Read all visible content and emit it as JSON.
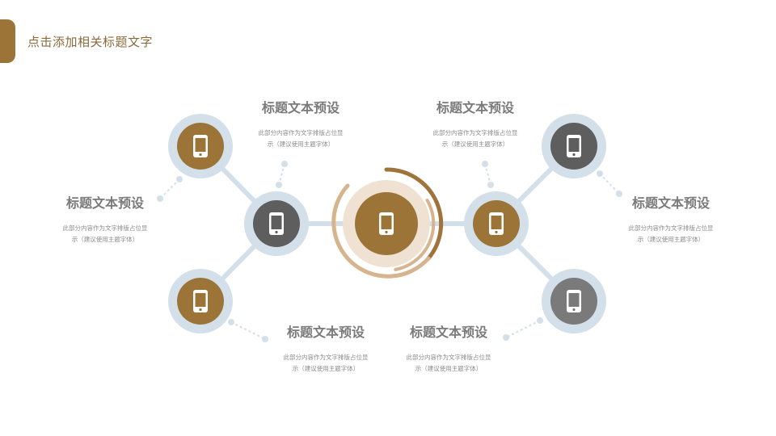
{
  "slide": {
    "title": "点击添加相关标题文字"
  },
  "colors": {
    "brown": "#9c7438",
    "dark_gray": "#5e5e5e",
    "mid_gray": "#7a7a7a",
    "ring": "#d3dfe9",
    "connector": "#d3dfe9",
    "center_ring_outer": "#d6b48e",
    "center_halo": "#f0e2d3",
    "center_arc": "#a0733a"
  },
  "icons": {
    "node_icon": "smartphone-icon"
  },
  "blocks": [
    {
      "heading": "标题文本预设",
      "line1": "此部分内容作为文字排版占位显",
      "line2": "示（建议使用主题字体）"
    },
    {
      "heading": "标题文本预设",
      "line1": "此部分内容作为文字排版占位显",
      "line2": "示（建议使用主题字体）"
    },
    {
      "heading": "标题文本预设",
      "line1": "此部分内容作为文字排版占位显",
      "line2": "示（建议使用主题字体）"
    },
    {
      "heading": "标题文本预设",
      "line1": "此部分内容作为文字排版占位显",
      "line2": "示（建议使用主题字体）"
    },
    {
      "heading": "标题文本预设",
      "line1": "此部分内容作为文字排版占位显",
      "line2": "示（建议使用主题字体）"
    },
    {
      "heading": "标题文本预设",
      "line1": "此部分内容作为文字排版占位显",
      "line2": "示（建议使用主题字体）"
    }
  ]
}
